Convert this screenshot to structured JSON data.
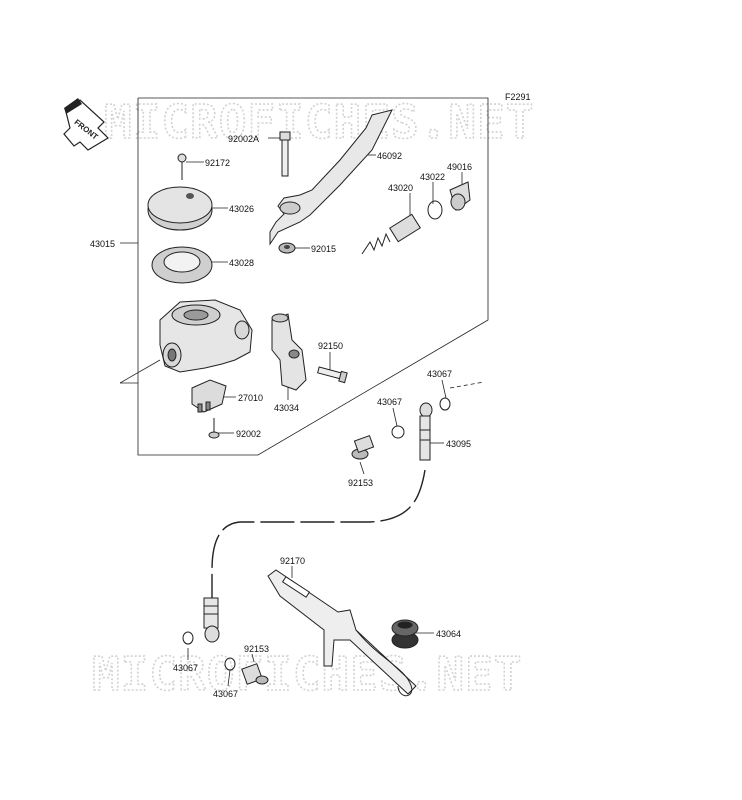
{
  "figure_code": "F2291",
  "front_arrow_text": "FRONT",
  "watermark": {
    "top": "MICROFICHES.NET",
    "bottom": "MICROFICHES.NET"
  },
  "labels": {
    "p92002A": "92002A",
    "p46092": "46092",
    "p92172": "92172",
    "p49016": "49016",
    "p43022": "43022",
    "p43020": "43020",
    "p43026": "43026",
    "p43015": "43015",
    "p92015": "92015",
    "p43028": "43028",
    "p92150": "92150",
    "p43067a": "43067",
    "p43067b": "43067",
    "p27010": "27010",
    "p43034": "43034",
    "p43095": "43095",
    "p92002": "92002",
    "p92153a": "92153",
    "p92170": "92170",
    "p43064": "43064",
    "p92153b": "92153",
    "p43067c": "43067",
    "p43067d": "43067"
  }
}
